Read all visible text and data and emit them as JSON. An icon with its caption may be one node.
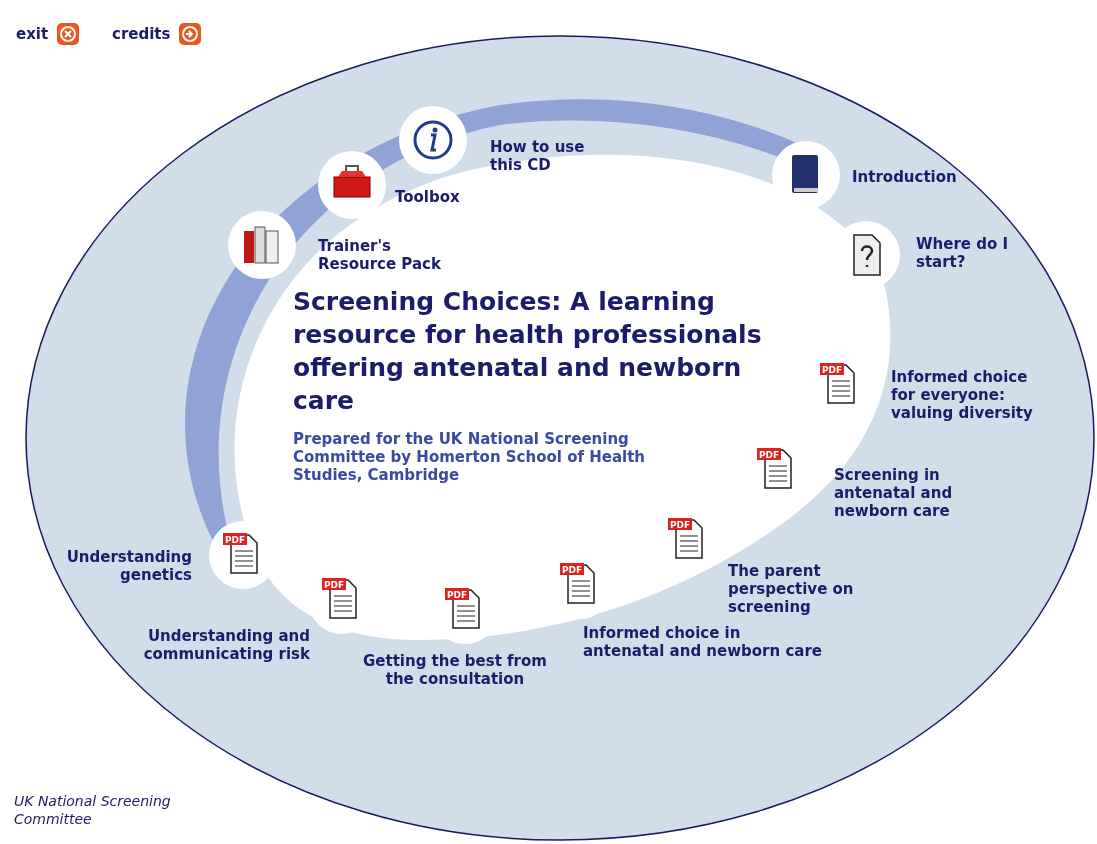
{
  "diagram": {
    "title": "Screening Choices: A learning resource for health professionals offering antenatal and newborn care",
    "nodes": [
      {
        "text": [
          "How to use this CD"
        ]
      },
      {
        "text": [
          "Toolbox"
        ]
      },
      {
        "text": [
          "Introduction"
        ]
      },
      {
        "text": [
          "Trainer's Resource Pack"
        ]
      },
      {
        "text": [
          "Where do I start?"
        ]
      },
      {
        "text": [
          "PDF",
          "Informed choice for everyone: valuing diversity"
        ]
      },
      {
        "text": [
          "PDF",
          "Screening in antenatal and newborn care"
        ]
      },
      {
        "text": [
          "PDF",
          "The parent perspective on screening"
        ]
      },
      {
        "text": [
          "PDF",
          "Understanding genetics"
        ]
      },
      {
        "text": [
          "PDF",
          "Informed choice in antenatal and newborn care"
        ]
      },
      {
        "text": [
          "PDF",
          "Understanding and communicating risk"
        ]
      },
      {
        "text": [
          "PDF",
          "Getting the best from the consultation"
        ]
      }
    ],
    "labels": [
      "exit",
      "credits",
      "Prepared for the UK National Screening Committee by Homerton School of Health Studies, Cambridge",
      "UK National Screening Committee"
    ]
  }
}
